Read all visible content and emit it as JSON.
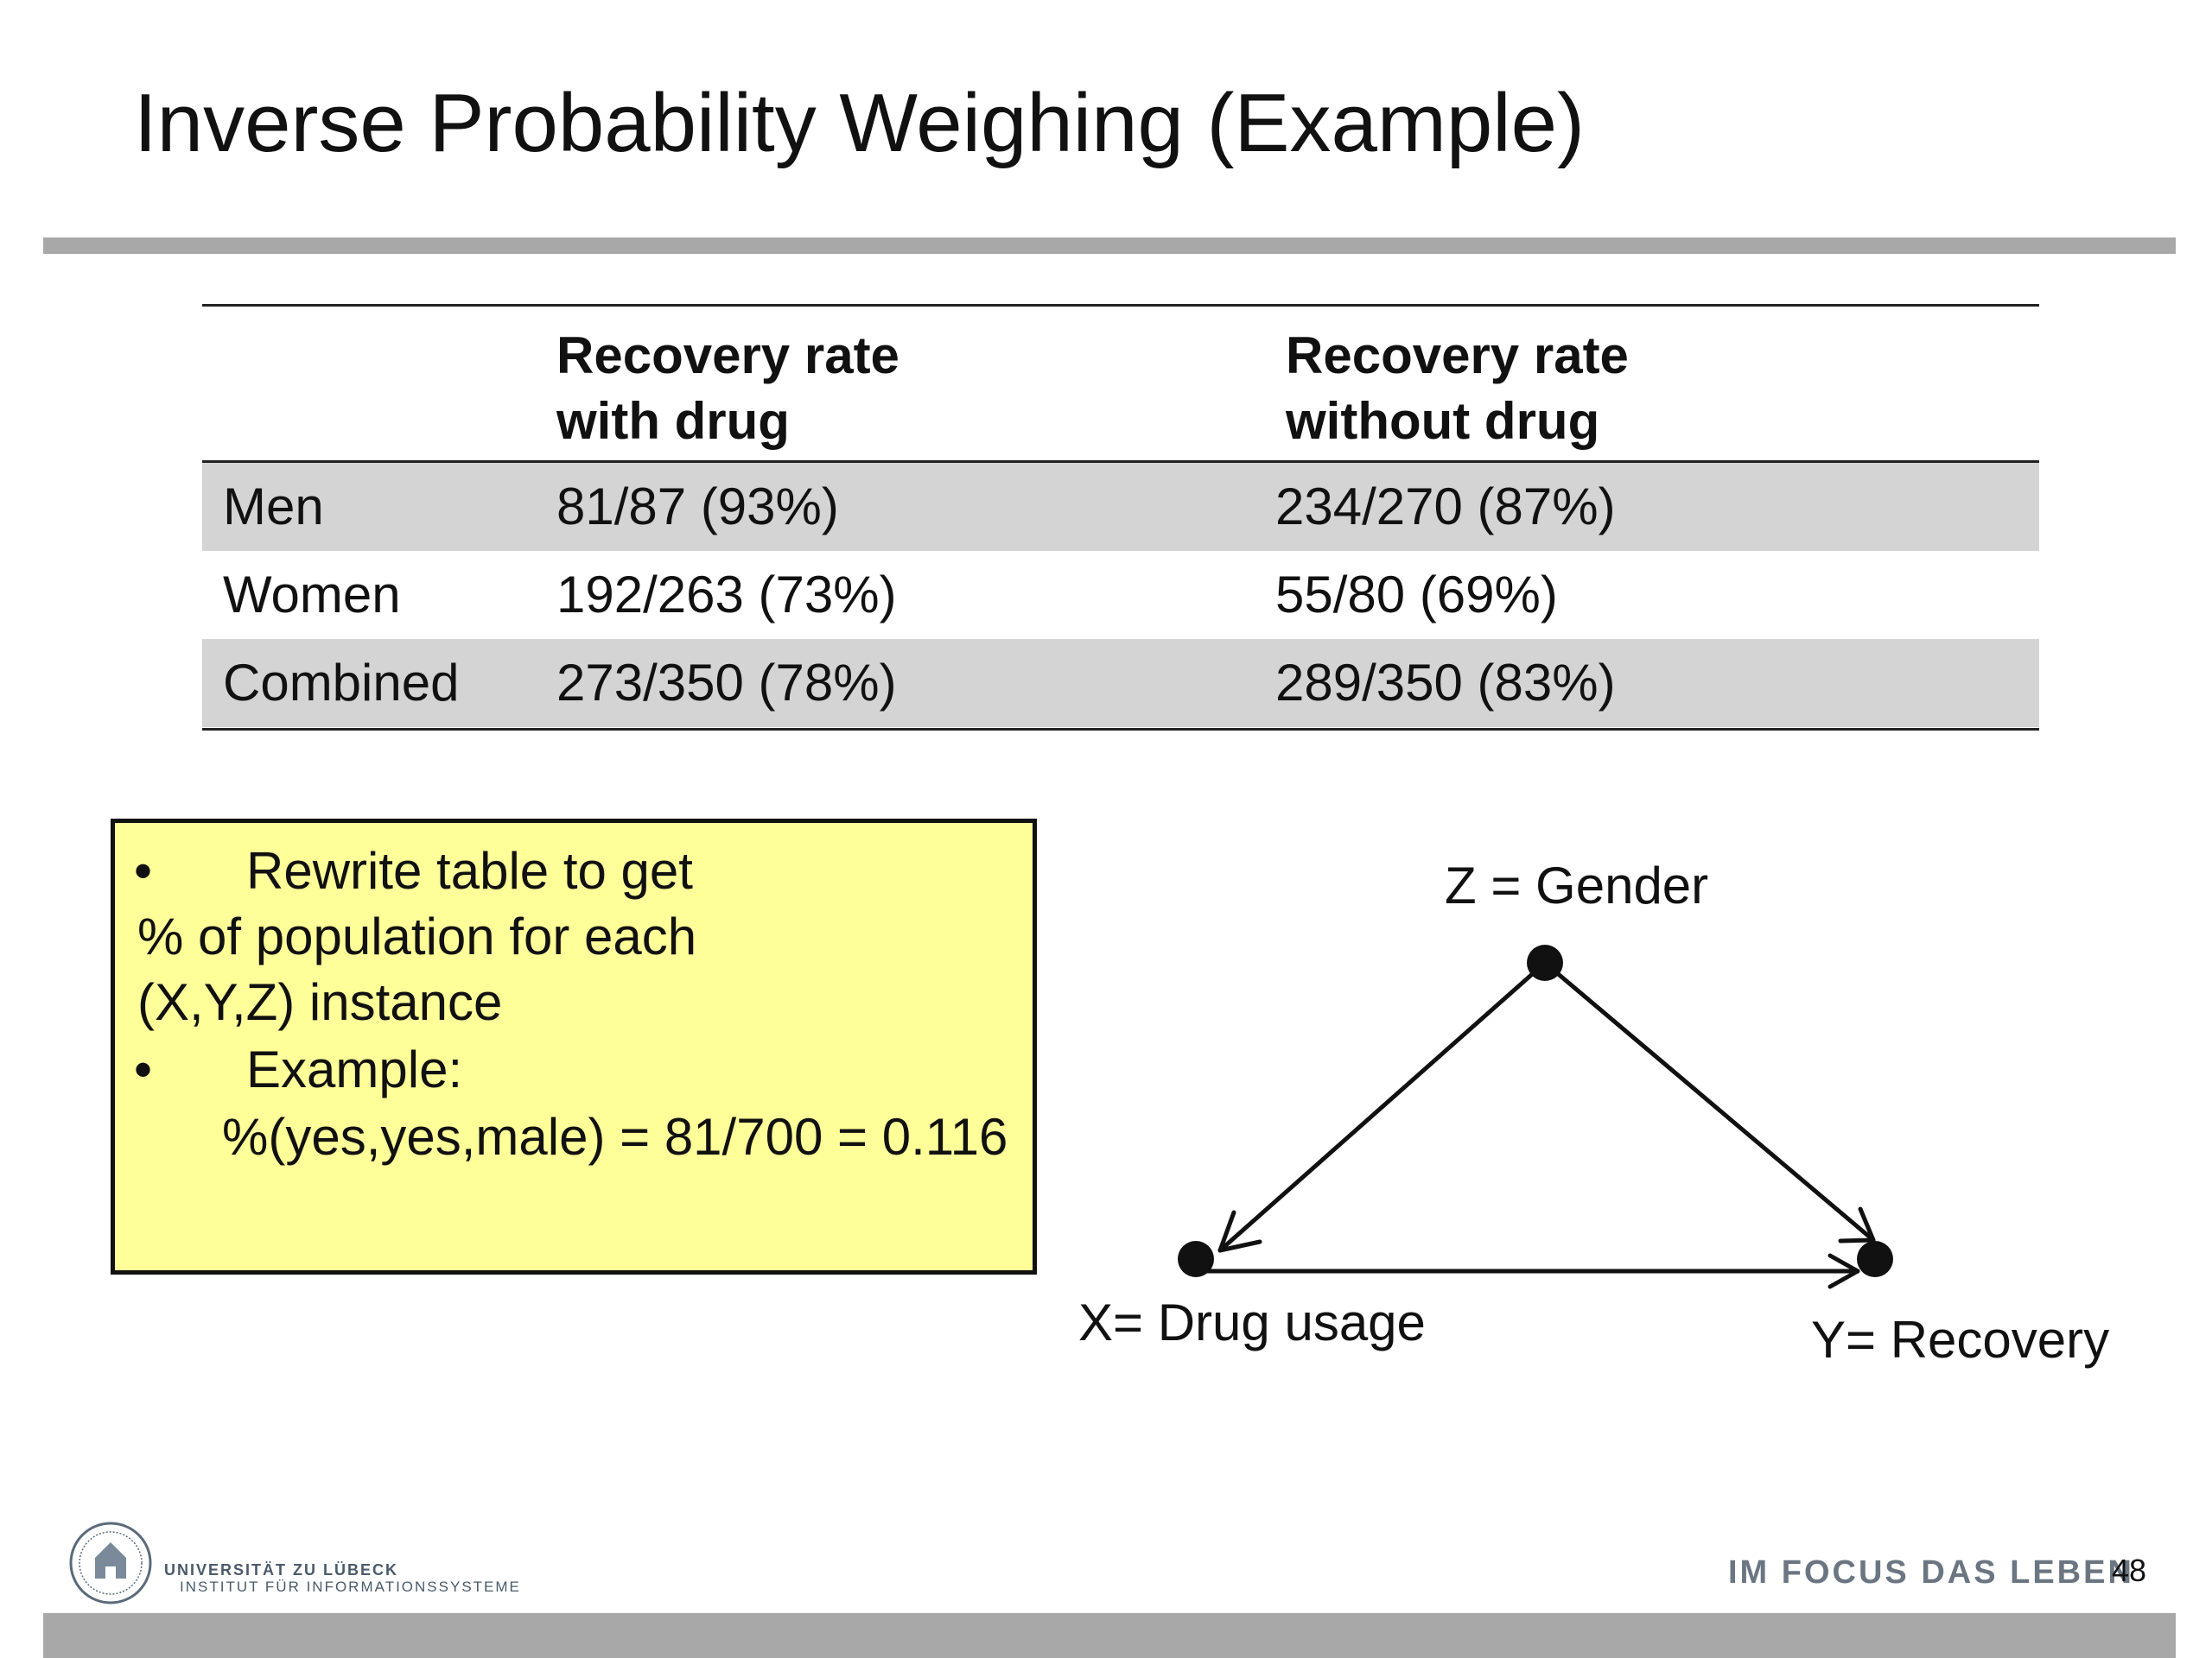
{
  "slide": {
    "title": "Inverse Probability Weighing (Example)",
    "page_number": "48"
  },
  "table": {
    "header": {
      "col1_line1": "Recovery rate",
      "col1_line2": "with drug",
      "col2_line1": "Recovery rate",
      "col2_line2": "without drug"
    },
    "rows": [
      {
        "label": "Men",
        "with_drug": "81/87 (93%)",
        "without_drug": "234/270 (87%)"
      },
      {
        "label": "Women",
        "with_drug": "192/263 (73%)",
        "without_drug": "55/80 (69%)"
      },
      {
        "label": "Combined",
        "with_drug": "273/350 (78%)",
        "without_drug": "289/350 (83%)"
      }
    ]
  },
  "note": {
    "bullet1_line1": "Rewrite table to get",
    "bullet1_line2": "% of population for each",
    "bullet1_line3": "(X,Y,Z) instance",
    "bullet2_line1": "Example:",
    "bullet2_line2": "%(yes,yes,male) = 81/700 = 0.116",
    "bullet_char": "•"
  },
  "diagram": {
    "z_label": "Z = Gender",
    "x_label": "X= Drug usage",
    "y_label": "Y= Recovery"
  },
  "footer": {
    "university": "UNIVERSITÄT ZU LÜBECK",
    "institute": "INSTITUT FÜR INFORMATIONSSYSTEME",
    "motto": "IM FOCUS DAS LEBEN"
  },
  "colors": {
    "note_bg": "#ffff99",
    "row_shade": "#d4d4d4",
    "rule_gray": "#a8a8a8"
  }
}
